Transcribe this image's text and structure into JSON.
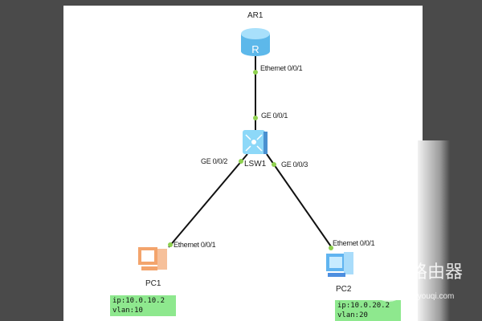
{
  "devices": {
    "router": {
      "name": "AR1",
      "glyph": "R"
    },
    "switch": {
      "name": "LSW1"
    },
    "pc1": {
      "name": "PC1",
      "ip": "ip:10.0.10.2",
      "vlan": "vlan:10"
    },
    "pc2": {
      "name": "PC2",
      "ip": "ip:10.0.20.2",
      "vlan": "vlan:20"
    }
  },
  "ports": {
    "ar1_eth": "Ethernet 0/0/1",
    "lsw1_ge1": "GE 0/0/1",
    "lsw1_ge2": "GE 0/0/2",
    "lsw1_ge3": "GE 0/0/3",
    "pc1_eth": "Ethernet 0/0/1",
    "pc2_eth": "Ethernet 0/0/1"
  },
  "colors": {
    "link_dot": "#8fd14f",
    "info_bg": "#8ee88e",
    "device_blue": "#6cc6f2",
    "pc1_orange": "#f0a070"
  },
  "watermark": {
    "text": "路由器",
    "site": "luyouqi.com"
  }
}
